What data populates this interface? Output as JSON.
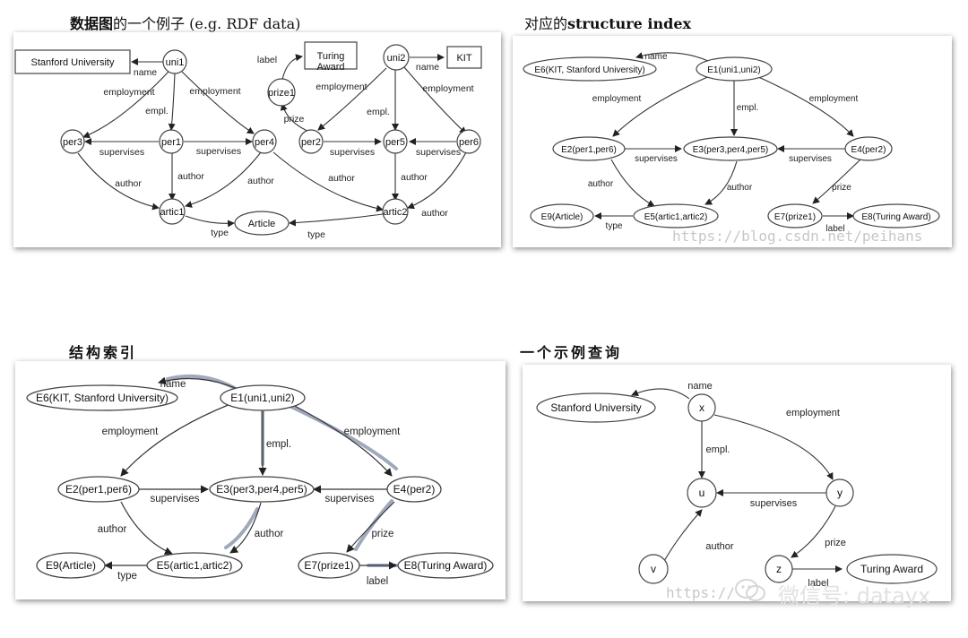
{
  "captions": {
    "top_left_bold": "数据图",
    "top_left_rest": "的一个例子 (e.g. RDF data)",
    "top_right_prefix": "对应的",
    "top_right_bold": "structure index",
    "bottom_left": "结构索引",
    "bottom_right": "一个示例查询"
  },
  "watermarks": {
    "blog_url_1": "https://blog.csdn.net/peihans",
    "blog_url_2": "https://",
    "wechat": "微信号: datayx"
  },
  "diagrams": {
    "rdf": {
      "nodes": {
        "stanford": "Stanford University",
        "uni1": "uni1",
        "turing": "Turing Award",
        "uni2": "uni2",
        "kit": "KIT",
        "prize1": "prize1",
        "per3": "per3",
        "per1": "per1",
        "per4": "per4",
        "per2": "per2",
        "per5": "per5",
        "per6": "per6",
        "artic1": "artic1",
        "article": "Article",
        "artic2": "artic2"
      },
      "edges": {
        "name1": "name",
        "name2": "name",
        "label": "label",
        "employment_uni1_per3": "employment",
        "employment_uni1_per4": "employment",
        "empl_uni1_per1": "empl.",
        "employment_uni2_per2": "employment",
        "employment_uni2_per6": "employment",
        "empl_uni2_per5": "empl.",
        "prize": "prize",
        "supervises_per1_per3": "supervises",
        "supervises_per1_per4": "supervises",
        "supervises_per2_per5": "supervises",
        "supervises_per6_per5": "supervises",
        "author_per3": "author",
        "author_per1": "author",
        "author_per4_artic1": "author",
        "author_per4_artic2": "author",
        "author_per5": "author",
        "author_per6": "author",
        "type1": "type",
        "type2": "type"
      }
    },
    "structure_index": {
      "nodes": {
        "E6": "E6(KIT, Stanford University)",
        "E1": "E1(uni1,uni2)",
        "E2": "E2(per1,per6)",
        "E3": "E3(per3,per4,per5)",
        "E4": "E4(per2)",
        "E9": "E9(Article)",
        "E5": "E5(artic1,artic2)",
        "E7": "E7(prize1)",
        "E8": "E8(Turing Award)"
      },
      "edges": {
        "name": "name",
        "employment_left": "employment",
        "empl": "empl.",
        "employment_right": "employment",
        "supervises_left": "supervises",
        "supervises_right": "supervises",
        "author_left": "author",
        "author_right": "author",
        "prize": "prize",
        "type": "type",
        "label": "label"
      }
    },
    "query": {
      "nodes": {
        "stanford": "Stanford University",
        "x": "x",
        "u": "u",
        "y": "y",
        "v": "v",
        "z": "z",
        "turing": "Turing Award"
      },
      "edges": {
        "name": "name",
        "employment": "employment",
        "empl": "empl.",
        "supervises": "supervises",
        "author": "author",
        "prize": "prize",
        "label": "label"
      }
    }
  }
}
